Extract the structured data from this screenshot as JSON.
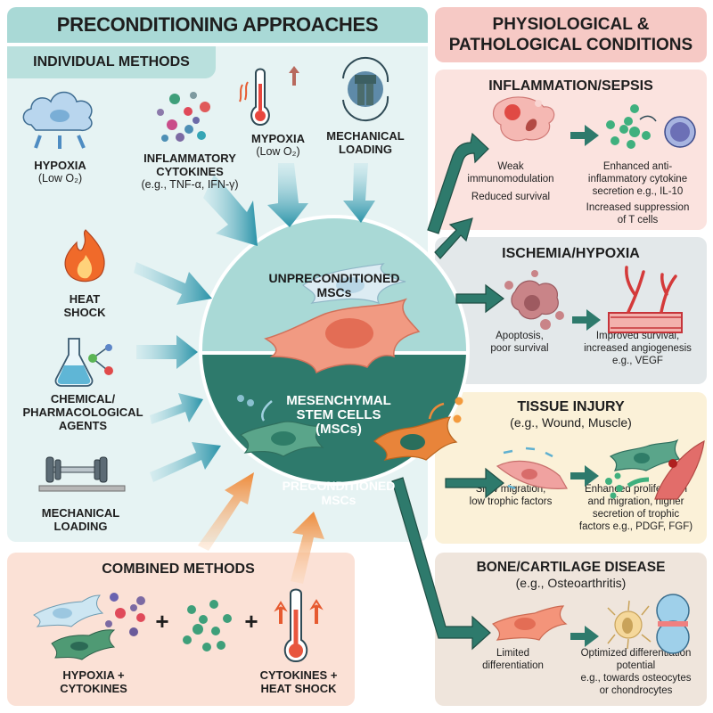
{
  "left": {
    "title": "PRECONDITIONING APPROACHES",
    "individual_title": "INDIVIDUAL METHODS",
    "methods": [
      {
        "id": "hypoxia",
        "label": "HYPOXIA",
        "sub": "(Low O₂)",
        "icon": "cloud-icon"
      },
      {
        "id": "cytokines",
        "label": "INFLAMMATORY CYTOKINES",
        "sub": "(e.g., TNF-α, IFN-γ)",
        "icon": "cytokine-dots-icon"
      },
      {
        "id": "mypoxia",
        "label": "MYPOXIA",
        "sub": "(Low O₂)",
        "icon": "thermometer-icon"
      },
      {
        "id": "mech-top",
        "label": "MECHANICAL LOADING",
        "sub": "",
        "icon": "mechanical-cycle-icon"
      },
      {
        "id": "heat",
        "label": "HEAT SHOCK",
        "sub": "",
        "icon": "flame-icon"
      },
      {
        "id": "chemical",
        "label": "CHEMICAL/ PHARMACOLOGICAL AGENTS",
        "sub": "",
        "icon": "flask-icon"
      },
      {
        "id": "mech-bottom",
        "label": "MECHANICAL LOADING",
        "sub": "",
        "icon": "dumbbell-icon"
      }
    ],
    "combined_title": "COMBINED METHODS",
    "combined": [
      {
        "label_line1": "HYPOXIA +",
        "label_line2": "CYTOKINES"
      },
      {
        "label_line1": "CYTOKINES +",
        "label_line2": "HEAT SHOCK"
      }
    ],
    "plus": "+"
  },
  "center": {
    "top_label_1": "UNPRECONDITIONED",
    "top_label_2": "MSCs",
    "mid_label_1": "MESENCHYMAL",
    "mid_label_2": "STEM CELLS",
    "mid_label_3": "(MSCs)",
    "bottom_label_1": "PRECONDITIONED",
    "bottom_label_2": "MSCs"
  },
  "right": {
    "title_1": "PHYSIOLOGICAL &",
    "title_2": "PATHOLOGICAL CONDITIONS",
    "conditions": [
      {
        "title": "INFLAMMATION/SEPSIS",
        "subtitle": "",
        "before": [
          "Weak",
          "immunomodulation",
          "",
          "Reduced survival"
        ],
        "after": [
          "Enhanced anti-",
          "inflammatory cytokine",
          "secretion e.g., IL-10",
          "Increased suppression",
          "of T cells"
        ]
      },
      {
        "title": "ISCHEMIA/HYPOXIA",
        "subtitle": "",
        "before": [
          "Apoptosis,",
          "poor survival"
        ],
        "after": [
          "Improved survival,",
          "increased angiogenesis",
          "e.g., VEGF"
        ]
      },
      {
        "title": "TISSUE INJURY",
        "subtitle": "(e.g., Wound, Muscle)",
        "before": [
          "Slow migration,",
          "low trophic factors"
        ],
        "after": [
          "Enhanced proliferation",
          "and migration, higher",
          "secretion of trophic",
          "factors e.g., PDGF, FGF)"
        ]
      },
      {
        "title": "BONE/CARTILAGE DISEASE",
        "subtitle": "(e.g., Osteoarthritis)",
        "before": [
          "Limited",
          "differentiation"
        ],
        "after": [
          "Optimized differentiation",
          "potential",
          "e.g., towards osteocytes",
          "or chondrocytes"
        ]
      }
    ]
  },
  "colors": {
    "teal_light": "#a9d9d6",
    "teal_dark": "#2e7a6c",
    "arrow_blue": "#2a93a8",
    "arrow_orange": "#ee8a3a",
    "inflammation_bg": "#fbe3df",
    "ischemia_bg": "#e3e8ea",
    "tissue_bg": "#fbf1d8",
    "bone_bg": "#efe5dc"
  }
}
